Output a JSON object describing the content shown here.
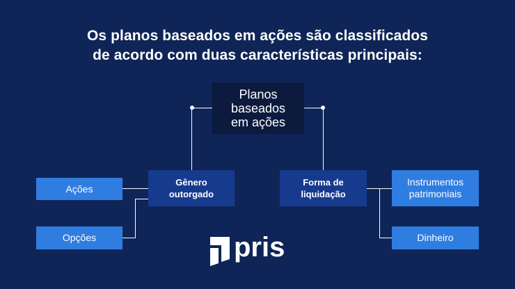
{
  "title": {
    "line1": "Os planos baseados em ações são classificados",
    "line2": "de acordo com duas características principais:"
  },
  "root": {
    "line1": "Planos",
    "line2": "baseados",
    "line3": "em ações"
  },
  "left_branch": {
    "label_line1": "Gênero",
    "label_line2": "outorgado",
    "children": [
      "Ações",
      "Opções"
    ]
  },
  "right_branch": {
    "label_line1": "Forma de",
    "label_line2": "liquidação",
    "children": [
      {
        "line1": "Instrumentos",
        "line2": "patrimoniais"
      },
      {
        "line1": "Dinheiro",
        "line2": ""
      }
    ]
  },
  "logo": {
    "text": "pris",
    "icon": "arrow-mark-icon"
  },
  "colors": {
    "background": "#0f2557",
    "root_box": "#0b1a3d",
    "branch_box": "#163b8e",
    "leaf_box": "#2f7de1",
    "connector": "#ffffff"
  }
}
